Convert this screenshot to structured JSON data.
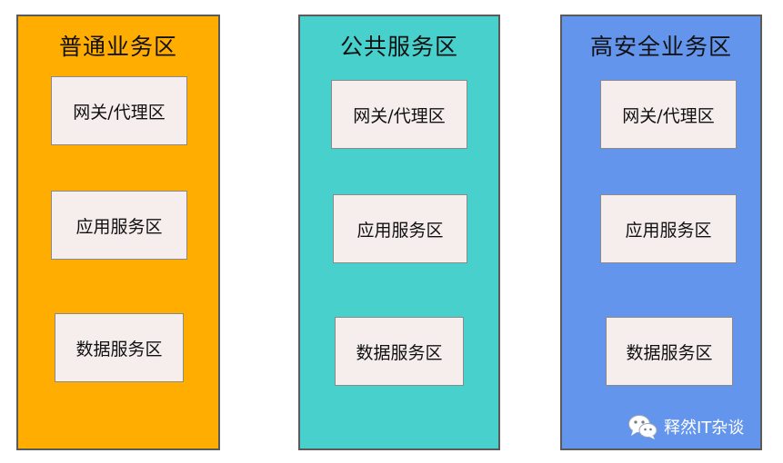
{
  "zones": [
    {
      "title": "普通业务区",
      "color": "#FFAD00",
      "boxes": [
        "网关/代理区",
        "应用服务区",
        "数据服务区"
      ]
    },
    {
      "title": "公共服务区",
      "color": "#48D1CC",
      "boxes": [
        "网关/代理区",
        "应用服务区",
        "数据服务区"
      ]
    },
    {
      "title": "高安全业务区",
      "color": "#6495ED",
      "boxes": [
        "网关/代理区",
        "应用服务区",
        "数据服务区"
      ]
    }
  ],
  "box_fill": "#F6EDED",
  "watermark": {
    "icon": "wechat-icon",
    "text": "释然IT杂谈"
  }
}
